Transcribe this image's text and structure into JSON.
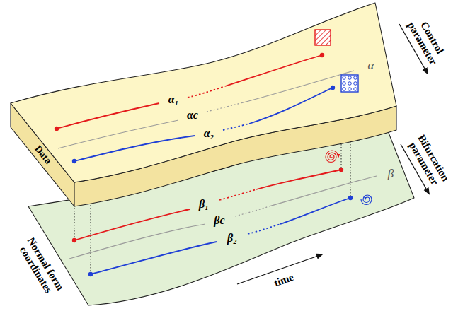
{
  "diagram": {
    "nodes": [
      {
        "text": [
          "Data",
          "α₁",
          "αc",
          "α₂",
          "α"
        ]
      },
      {
        "text": [
          "Normal form coordinates",
          "β₁",
          "βc",
          "β₂",
          "β"
        ]
      }
    ],
    "labels": [
      "Control parameter",
      "Bifurcation parameter",
      "time"
    ]
  }
}
